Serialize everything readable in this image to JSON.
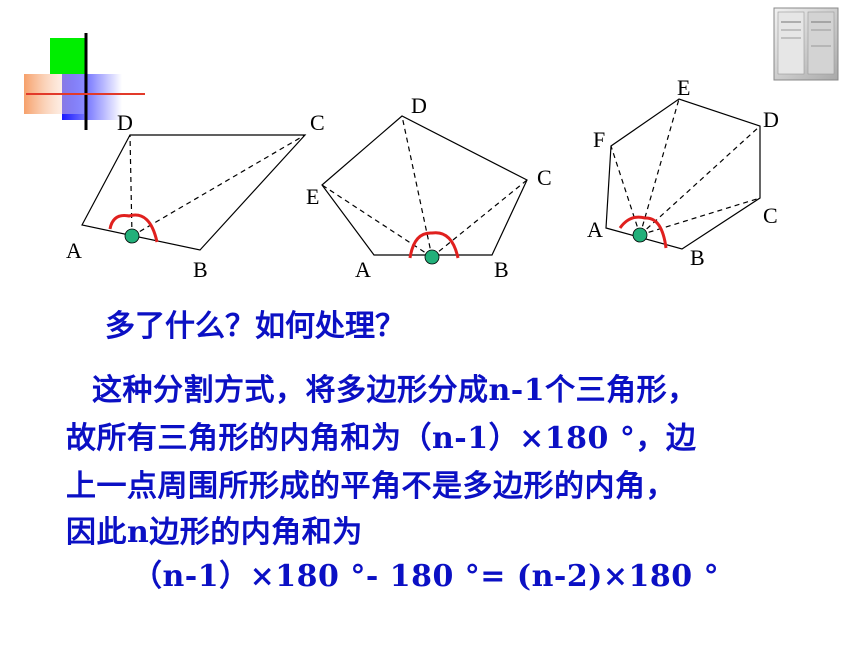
{
  "diagram": {
    "figure1_labels": {
      "a": "A",
      "b": "B",
      "c": "C",
      "d": "D"
    },
    "figure2_labels": {
      "a": "A",
      "b": "B",
      "c": "C",
      "d": "D",
      "e": "E"
    },
    "figure3_labels": {
      "a": "A",
      "b": "B",
      "c": "C",
      "d": "D",
      "e": "E",
      "f": "F"
    }
  },
  "text": {
    "question": "多了什么？如何处理？",
    "line1": "这种分割方式，将多边形分成n-1个三角形，",
    "line2": "故所有三角形的内角和为（n-1）×180 °，边",
    "line3": "上一点周围所形成的平角不是多边形的内角，",
    "line4": "因此n边形的内角和为",
    "line5": "（n-1）×180 °- 180 °= (n-2)×180 °"
  },
  "colors": {
    "text": "#0b10c4",
    "arc": "#e0201e",
    "point": "#22b07a",
    "deco_green": "#00ee00",
    "deco_blue": "#1a1aff",
    "deco_orange": "#f6a06a"
  },
  "icons": [
    "slide-decoration-icon",
    "book-thumbnail-icon"
  ]
}
